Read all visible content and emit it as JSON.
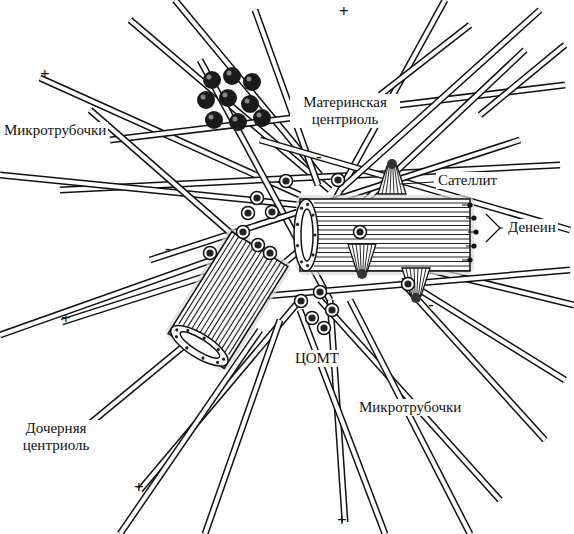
{
  "diagram": {
    "labels": [
      "Микротрубочки",
      "Материнская центриоль",
      "Сателлит",
      "Денеин",
      "ЦОМТ",
      "Дочерняя центриоль",
      "Микротрубочки",
      "+",
      "+",
      "+",
      "+",
      "+",
      "-",
      "-",
      "-"
    ]
  }
}
